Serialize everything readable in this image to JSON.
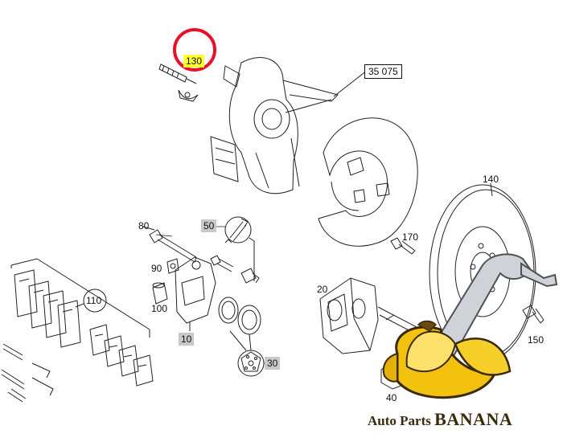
{
  "labels": {
    "p130": "130",
    "p35075": "35 075",
    "p140": "140",
    "p170": "170",
    "p80": "80",
    "p50": "50",
    "p90": "90",
    "p100": "100",
    "p110": "110",
    "p10": "10",
    "p20": "20",
    "p150": "150",
    "p30": "30",
    "p40": "40"
  },
  "branding": {
    "word1": "Auto Parts ",
    "word2": "BANANA"
  },
  "colors": {
    "highlight_circle": "#e8102a",
    "highlight_fill": "#ffff33",
    "callout_gray": "#c9c9c9",
    "banana_yellow": "#f2c20f",
    "arm_silver": "#cfd3d8"
  }
}
